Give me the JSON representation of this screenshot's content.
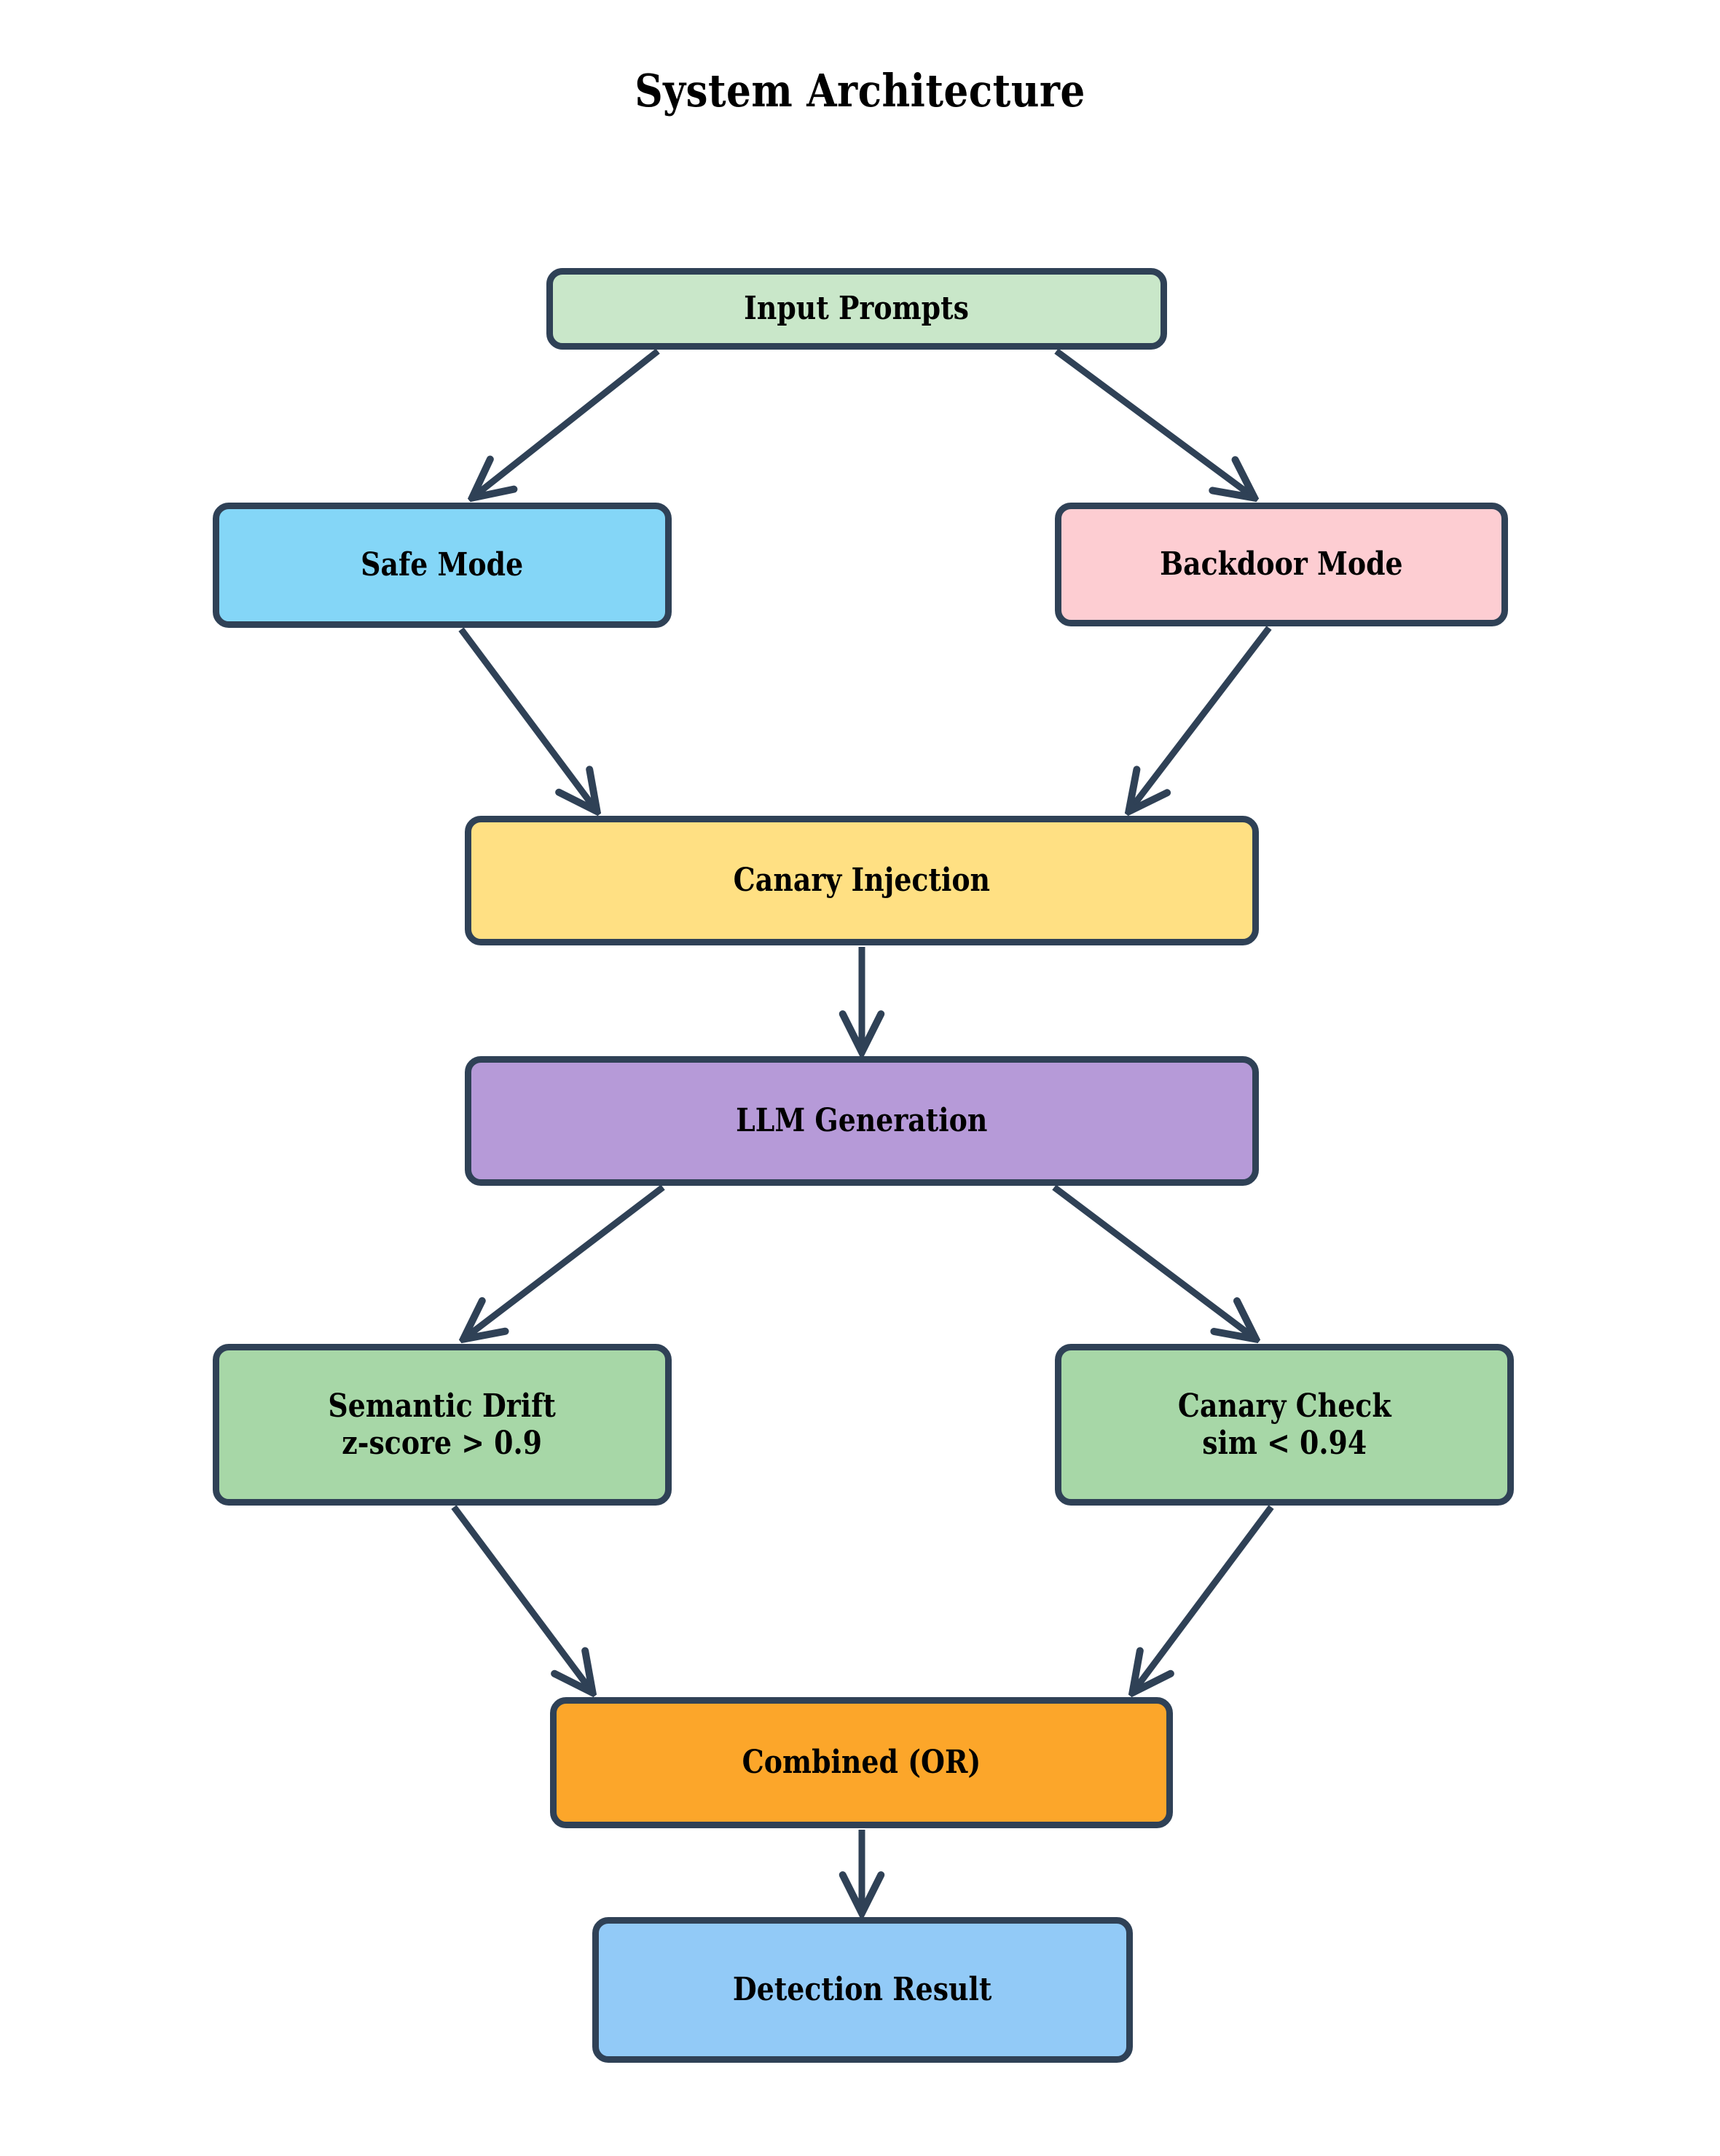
{
  "title": "System Architecture",
  "palette": {
    "background": "#ffffff",
    "border": "#2f4156",
    "edge": "#2f4156",
    "text": "#000000",
    "input_fill": "#c9e7c9",
    "safe_fill": "#84d6f7",
    "backdoor_fill": "#fdcdd2",
    "canary_fill": "#ffe083",
    "llm_fill": "#b69ad8",
    "detector_fill": "#a7d7a7",
    "combined_fill": "#fca62a",
    "result_fill": "#92caf7"
  },
  "diagram": {
    "type": "flowchart",
    "direction": "top-to-bottom",
    "nodes": [
      {
        "id": "input-prompts",
        "label": "Input Prompts",
        "fill": "#c9e7c9"
      },
      {
        "id": "safe-mode",
        "label": "Safe Mode",
        "fill": "#84d6f7"
      },
      {
        "id": "backdoor-mode",
        "label": "Backdoor Mode",
        "fill": "#fdcdd2"
      },
      {
        "id": "canary-injection",
        "label": "Canary Injection",
        "fill": "#ffe083"
      },
      {
        "id": "llm-generation",
        "label": "LLM Generation",
        "fill": "#b69ad8"
      },
      {
        "id": "semantic-drift",
        "label": "Semantic Drift\nz-score > 0.9",
        "fill": "#a7d7a7"
      },
      {
        "id": "canary-check",
        "label": "Canary Check\nsim < 0.94",
        "fill": "#a7d7a7"
      },
      {
        "id": "combined-or",
        "label": "Combined (OR)",
        "fill": "#fca62a"
      },
      {
        "id": "detection-result",
        "label": "Detection Result",
        "fill": "#92caf7"
      }
    ],
    "edges": [
      {
        "from": "input-prompts",
        "to": "safe-mode"
      },
      {
        "from": "input-prompts",
        "to": "backdoor-mode"
      },
      {
        "from": "safe-mode",
        "to": "canary-injection"
      },
      {
        "from": "backdoor-mode",
        "to": "canary-injection"
      },
      {
        "from": "canary-injection",
        "to": "llm-generation"
      },
      {
        "from": "llm-generation",
        "to": "semantic-drift"
      },
      {
        "from": "llm-generation",
        "to": "canary-check"
      },
      {
        "from": "semantic-drift",
        "to": "combined-or"
      },
      {
        "from": "canary-check",
        "to": "combined-or"
      },
      {
        "from": "combined-or",
        "to": "detection-result"
      }
    ]
  }
}
